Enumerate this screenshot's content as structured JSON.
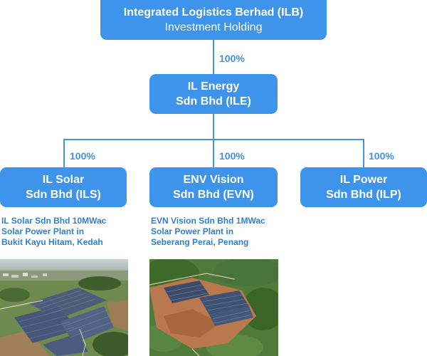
{
  "ilb": {
    "name": "Integrated Logistics Berhad (ILB)",
    "desc": "Investment Holding"
  },
  "ile": {
    "line1": "IL Energy",
    "line2": "Sdn Bhd (ILE)"
  },
  "ownership": {
    "ilb_ile": "100%",
    "ils": "100%",
    "evn": "100%",
    "ilp": "100%"
  },
  "subsidiaries": {
    "ils": {
      "line1": "IL Solar",
      "line2": "Sdn Bhd (ILS)"
    },
    "evn": {
      "line1": "ENV Vision",
      "line2": "Sdn Bhd (EVN)"
    },
    "ilp": {
      "line1": "IL Power",
      "line2": "Sdn Bhd (ILP)"
    }
  },
  "captions": {
    "ils": [
      "IL Solar Sdn Bhd 10MWac",
      "Solar Power Plant in",
      "Bukit Kayu Hitam, Kedah"
    ],
    "evn": [
      "EVN Vision Sdn Bhd 1MWac",
      "Solar Power Plant in",
      "Seberang Perai, Penang"
    ]
  },
  "colors": {
    "box": "#3d94ea",
    "text_accent": "#2f7fd3"
  }
}
